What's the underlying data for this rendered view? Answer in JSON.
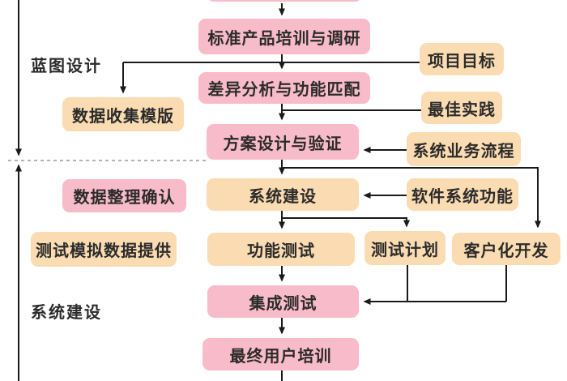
{
  "diagram": {
    "title_hint": "implementation-process-flowchart",
    "phases": {
      "blueprint": "蓝图设计",
      "construction": "系统建设"
    },
    "nodes": {
      "std_training": "标准产品培训与调研",
      "gap_analysis": "差异分析与功能匹配",
      "solution_design": "方案设计与验证",
      "system_build": "系统建设",
      "function_test": "功能测试",
      "integration_test": "集成测试",
      "end_user_training": "最终用户培训",
      "data_collection_template": "数据收集模版",
      "data_confirm": "数据整理确认",
      "test_mock_data": "测试模拟数据提供",
      "project_goal": "项目目标",
      "best_practice": "最佳实践",
      "system_business_process": "系统业务流程",
      "software_system_function": "软件系统功能",
      "test_plan": "测试计划",
      "customization_dev": "客户化开发"
    },
    "colors": {
      "pink": "#f8bbc9",
      "orange": "#fbdcb2",
      "line": "#1a1a1a",
      "dashed": "#9a9a9a",
      "text": "#2b2b2b",
      "bg": "#ffffff"
    }
  }
}
